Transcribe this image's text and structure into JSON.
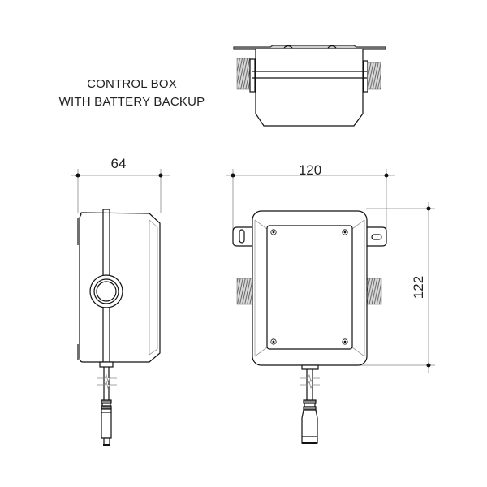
{
  "title": {
    "line1": "CONTROL BOX",
    "line2": "WITH BATTERY BACKUP"
  },
  "views": {
    "top_view": {
      "label": "top-view"
    },
    "side_view": {
      "label": "side-view",
      "dimension_width": "64"
    },
    "front_view": {
      "label": "front-view",
      "dimension_width": "120",
      "dimension_height": "122"
    }
  },
  "colors": {
    "line": "#111111",
    "dimension_line": "#888888",
    "thread": "#8a8a8a",
    "background": "#ffffff"
  }
}
